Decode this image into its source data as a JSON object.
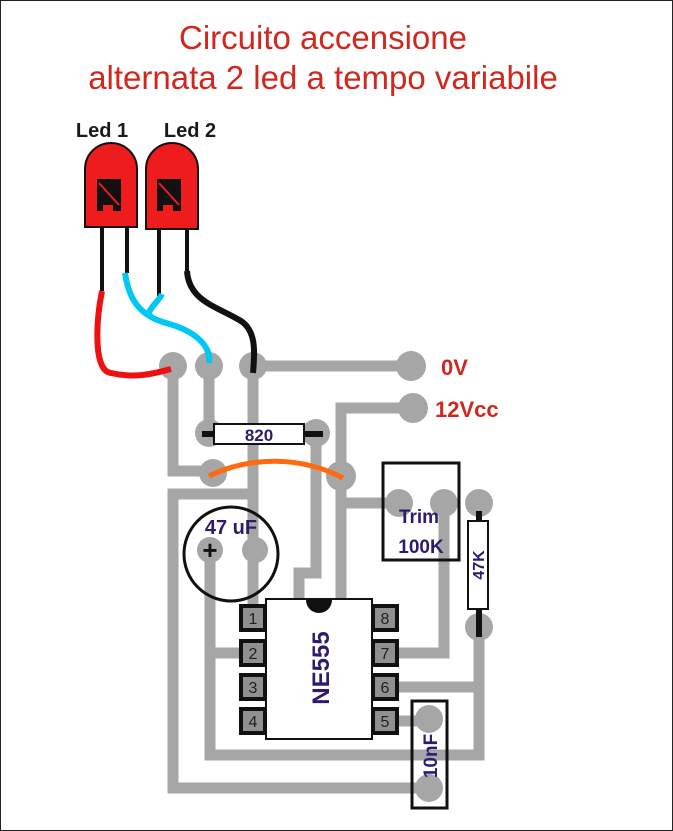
{
  "title": {
    "line1": "Circuito accensione",
    "line2": "alternata 2 led a tempo variabile"
  },
  "leds": [
    {
      "label": "Led 1"
    },
    {
      "label": "Led 2"
    }
  ],
  "power": {
    "ground": "0V",
    "supply": "12Vcc"
  },
  "components": {
    "resistor_820": "820",
    "capacitor_47uf": "47 uF",
    "capacitor_plus": "+",
    "trimmer_line1": "Trim",
    "trimmer_line2": "100K",
    "resistor_47k": "47K",
    "ic": "NE555",
    "capacitor_10nf": "10nF"
  },
  "ic_pins": {
    "left": [
      "1",
      "2",
      "3",
      "4"
    ],
    "right": [
      "8",
      "7",
      "6",
      "5"
    ]
  },
  "colors": {
    "title": "#d0281e",
    "trace": "#a6a6a6",
    "led": "#ee1c1c",
    "wire_red": "#ee1111",
    "wire_blue": "#00c8f0",
    "wire_orange": "#ff6a10",
    "text": "#2e1a6e"
  }
}
